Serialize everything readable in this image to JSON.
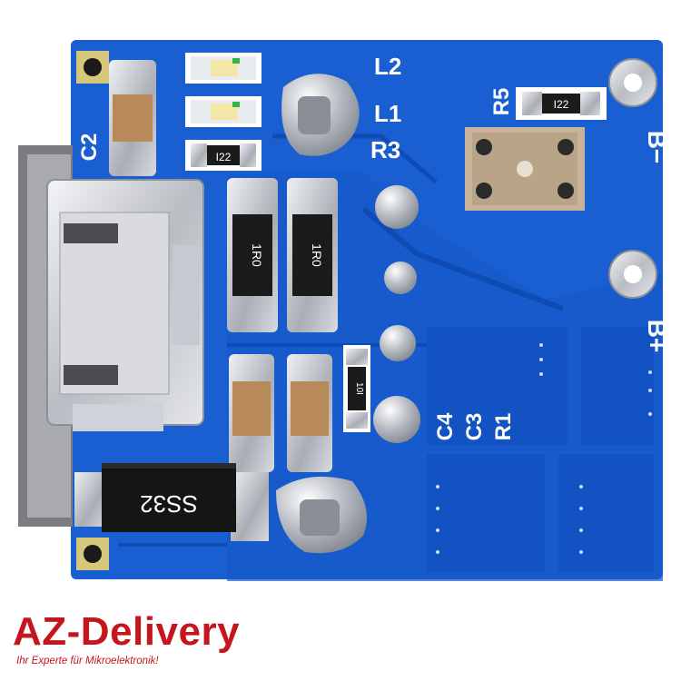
{
  "board": {
    "labels": {
      "l2": "L2",
      "l1": "L1",
      "r3": "R3",
      "r5": "R5",
      "c2": "C2",
      "c4": "C4",
      "c3": "C3",
      "r1": "R1",
      "b_minus": "B−",
      "b_plus": "B+"
    },
    "markings": {
      "resistor_top": "I22",
      "resistor_r5": "I22",
      "sense_resistor_left": "1R0",
      "sense_resistor_right": "1R0",
      "resistor_small": "10I",
      "diode": "SS32"
    },
    "colors": {
      "pcb": "#1a5fd1",
      "pcb_dark": "#0d47b8",
      "pad": "#c9ccd2",
      "ceramic": "#b88a5a",
      "resistor": "#1b1b1b"
    }
  },
  "brand": {
    "logo": "AZ-Delivery",
    "tagline": "Ihr Experte für Mikroelektronik!"
  }
}
